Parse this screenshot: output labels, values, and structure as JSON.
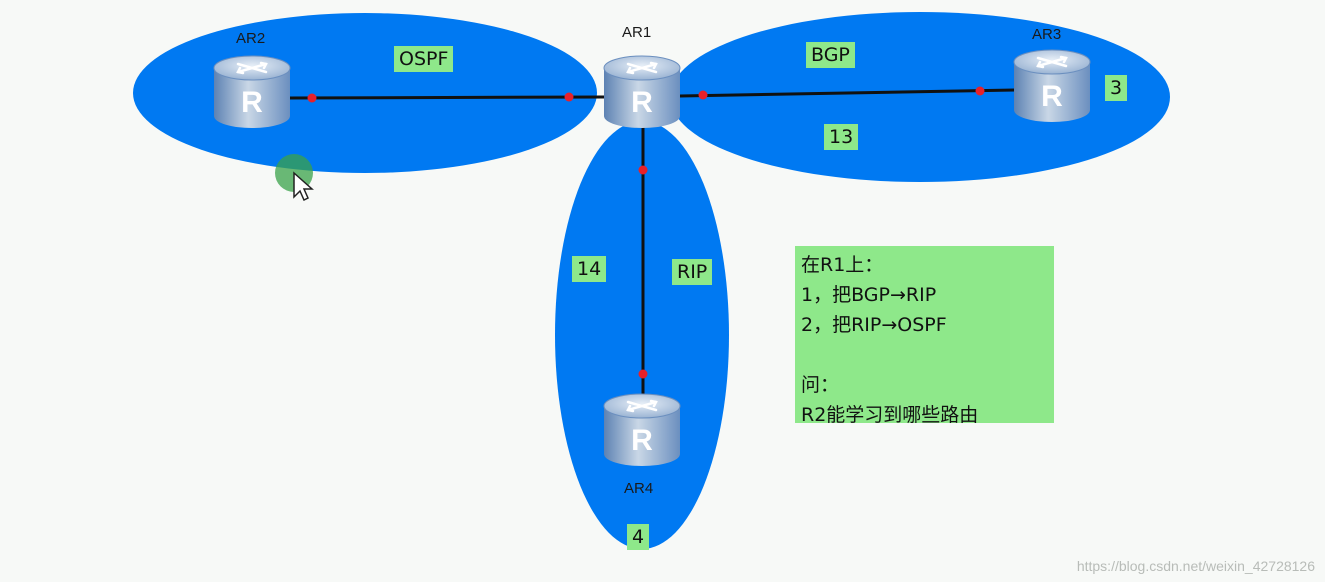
{
  "routers": {
    "ar1": {
      "name": "AR1",
      "glyph": "R"
    },
    "ar2": {
      "name": "AR2",
      "glyph": "R"
    },
    "ar3": {
      "name": "AR3",
      "glyph": "R"
    },
    "ar4": {
      "name": "AR4",
      "glyph": "R"
    }
  },
  "areas": {
    "ospf": {
      "label": "OSPF"
    },
    "bgp": {
      "label": "BGP",
      "value": "13"
    },
    "rip": {
      "label": "RIP",
      "value": "14"
    }
  },
  "router_values": {
    "ar3": "3",
    "ar4": "4"
  },
  "note": {
    "lines": [
      "在R1上：",
      "1，把BGP→RIP",
      "2，把RIP→OSPF",
      "",
      "问：",
      "R2能学习到哪些路由"
    ]
  },
  "watermark": "https://blog.csdn.net/weixin_42728126",
  "colors": {
    "area_fill": "#0079f2",
    "label_bg": "#8ee88a",
    "link": "#111111",
    "port": "#e8202a"
  },
  "icons": {
    "router": "router-icon",
    "cursor": "cursor-icon"
  }
}
